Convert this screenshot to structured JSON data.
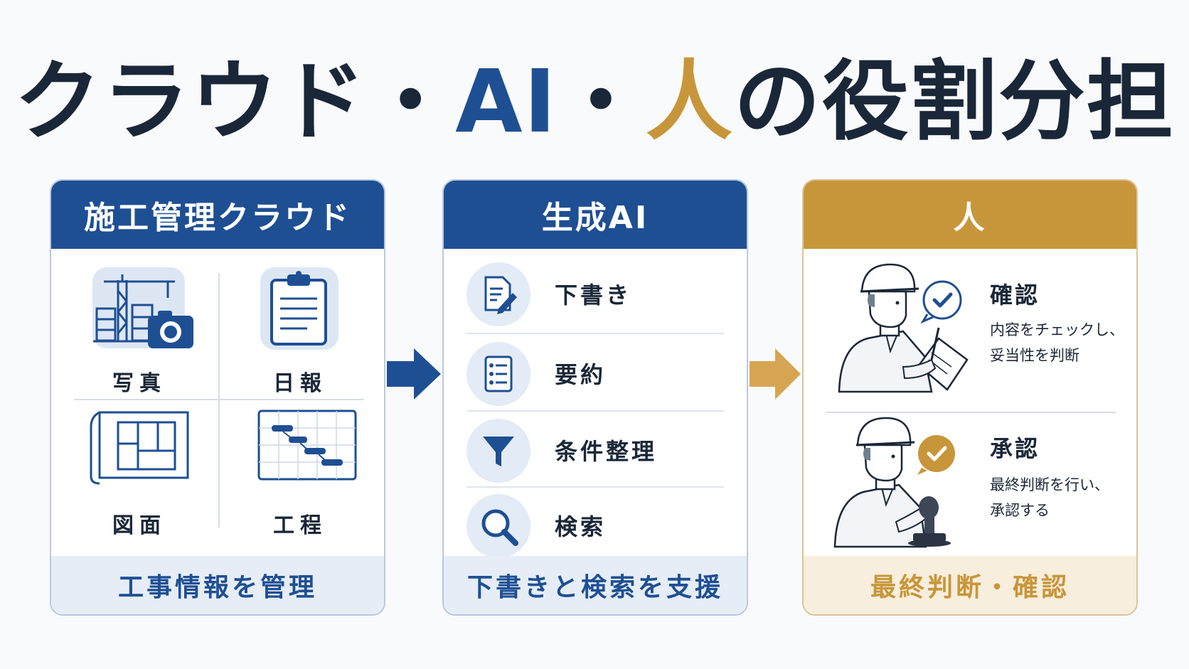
{
  "title": {
    "part1": "クラウド・",
    "part2": "AI",
    "part3": "・",
    "part4": "人",
    "part5": "の役割分担"
  },
  "colors": {
    "dark": "#1a2738",
    "blue": "#1e4f93",
    "gold": "#c8963a"
  },
  "cloud_panel": {
    "header": "施工管理クラウド",
    "items": [
      {
        "label": "写真",
        "icon": "crane-camera-icon"
      },
      {
        "label": "日報",
        "icon": "clipboard-icon"
      },
      {
        "label": "図面",
        "icon": "blueprint-icon"
      },
      {
        "label": "工程",
        "icon": "gantt-chart-icon"
      }
    ],
    "footer": "工事情報を管理"
  },
  "ai_panel": {
    "header": "生成AI",
    "items": [
      {
        "label": "下書き",
        "icon": "document-pen-icon"
      },
      {
        "label": "要約",
        "icon": "list-icon"
      },
      {
        "label": "条件整理",
        "icon": "filter-icon"
      },
      {
        "label": "検索",
        "icon": "magnifier-icon"
      }
    ],
    "footer": "下書きと検索を支援"
  },
  "human_panel": {
    "header": "人",
    "items": [
      {
        "title": "確認",
        "desc1": "内容をチェックし、",
        "desc2": "妥当性を判断",
        "icon": "worker-clipboard-icon"
      },
      {
        "title": "承認",
        "desc1": "最終判断を行い、",
        "desc2": "承認する",
        "icon": "worker-stamp-icon"
      }
    ],
    "footer": "最終判断・確認"
  }
}
